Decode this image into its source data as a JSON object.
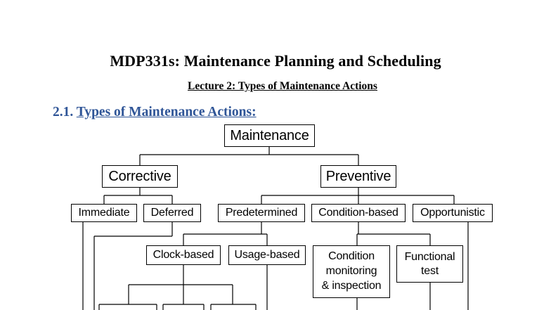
{
  "document": {
    "title": "MDP331s: Maintenance Planning and Scheduling",
    "subtitle": "Lecture 2: Types of Maintenance Actions",
    "section": {
      "number": "2.1.",
      "heading": "Types of Maintenance Actions:",
      "heading_color": "#2f5597"
    }
  },
  "diagram": {
    "root": "Maintenance",
    "level1": [
      "Corrective",
      "Preventive"
    ],
    "corrective_children": [
      "Immediate",
      "Deferred"
    ],
    "preventive_children": [
      "Predetermined",
      "Condition-based",
      "Opportunistic"
    ],
    "predetermined_children": [
      "Clock-based",
      "Usage-based"
    ],
    "condition_children": {
      "monitoring": [
        "Condition",
        "monitoring",
        "& inspection"
      ],
      "functional": [
        "Functional",
        "test"
      ]
    }
  }
}
